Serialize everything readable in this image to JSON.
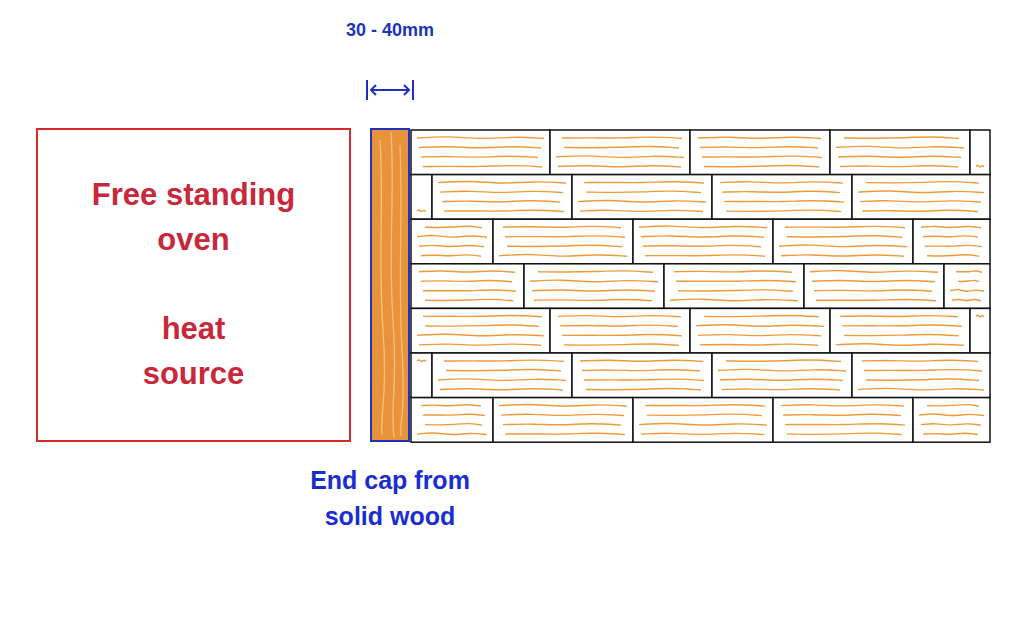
{
  "diagram": {
    "nodes": [
      {
        "text": [
          "Free standing oven",
          "heat source"
        ]
      },
      {
        "text": [
          "End cap from solid wood"
        ]
      }
    ],
    "labels": [
      "30 - 40mm"
    ]
  }
}
